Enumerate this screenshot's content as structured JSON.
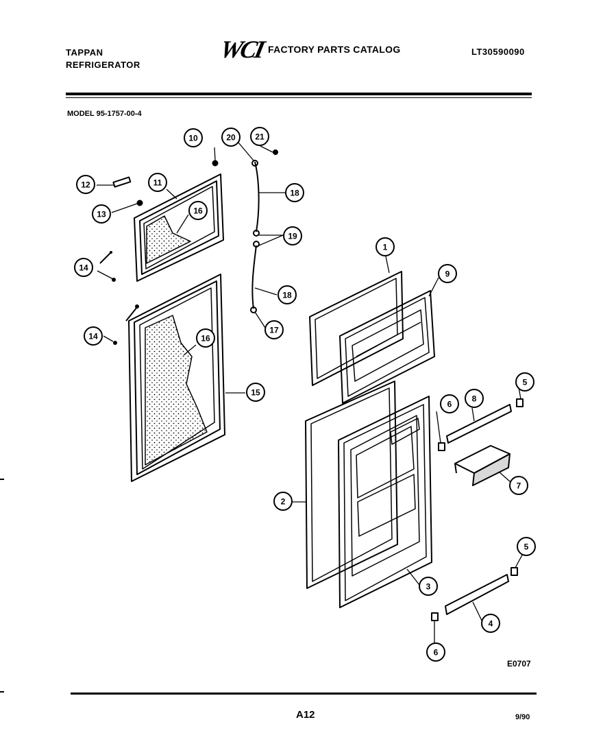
{
  "header": {
    "brand_line1": "TAPPAN",
    "brand_line2": "REFRIGERATOR",
    "logo": "WCI",
    "catalog_title": "FACTORY PARTS CATALOG",
    "catalog_number": "LT30590090"
  },
  "model": "MODEL 95-1757-00-4",
  "diagram_code": "E0707",
  "footer": {
    "page": "A12",
    "date": "9/90"
  },
  "callouts": [
    {
      "id": "c1",
      "label": "1"
    },
    {
      "id": "c2",
      "label": "2"
    },
    {
      "id": "c3",
      "label": "3"
    },
    {
      "id": "c4",
      "label": "4"
    },
    {
      "id": "c5a",
      "label": "5"
    },
    {
      "id": "c5b",
      "label": "5"
    },
    {
      "id": "c6a",
      "label": "6"
    },
    {
      "id": "c6b",
      "label": "6"
    },
    {
      "id": "c7",
      "label": "7"
    },
    {
      "id": "c8",
      "label": "8"
    },
    {
      "id": "c9",
      "label": "9"
    },
    {
      "id": "c10",
      "label": "10"
    },
    {
      "id": "c11",
      "label": "11"
    },
    {
      "id": "c12",
      "label": "12"
    },
    {
      "id": "c13",
      "label": "13"
    },
    {
      "id": "c14a",
      "label": "14"
    },
    {
      "id": "c14b",
      "label": "14"
    },
    {
      "id": "c15",
      "label": "15"
    },
    {
      "id": "c16a",
      "label": "16"
    },
    {
      "id": "c16b",
      "label": "16"
    },
    {
      "id": "c17",
      "label": "17"
    },
    {
      "id": "c18a",
      "label": "18"
    },
    {
      "id": "c18b",
      "label": "18"
    },
    {
      "id": "c19",
      "label": "19"
    },
    {
      "id": "c20",
      "label": "20"
    },
    {
      "id": "c21",
      "label": "21"
    }
  ]
}
